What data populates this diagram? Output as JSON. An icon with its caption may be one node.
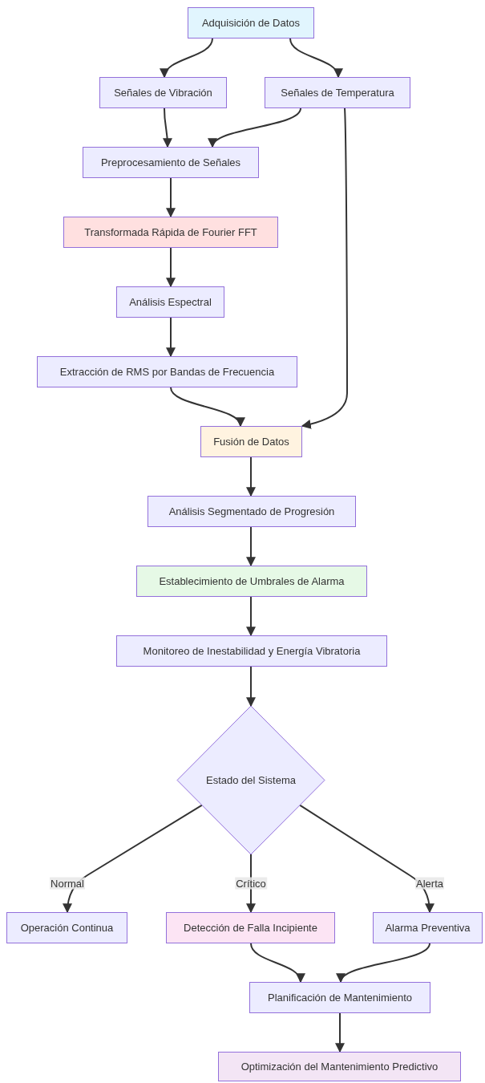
{
  "diagram": {
    "nodes": [
      {
        "text": [
          "Adquisición de Datos"
        ]
      },
      {
        "text": [
          "Señales de Vibración"
        ]
      },
      {
        "text": [
          "Señales de Temperatura"
        ]
      },
      {
        "text": [
          "Preprocesamiento de Señales"
        ]
      },
      {
        "text": [
          "Transformada Rápida de Fourier FFT"
        ]
      },
      {
        "text": [
          "Análisis Espectral"
        ]
      },
      {
        "text": [
          "Extracción de RMS por Bandas de Frecuencia"
        ]
      },
      {
        "text": [
          "Fusión de Datos"
        ]
      },
      {
        "text": [
          "Análisis Segmentado de Progresión"
        ]
      },
      {
        "text": [
          "Establecimiento de Umbrales de Alarma"
        ]
      },
      {
        "text": [
          "Monitoreo de Inestabilidad y Energía Vibratoria"
        ]
      },
      {
        "text": [
          "Estado del Sistema"
        ]
      },
      {
        "text": [
          "Operación Continua"
        ]
      },
      {
        "text": [
          "Detección de Falla Incipiente"
        ]
      },
      {
        "text": [
          "Alarma Preventiva"
        ]
      },
      {
        "text": [
          "Planificación de Mantenimiento"
        ]
      },
      {
        "text": [
          "Optimización del Mantenimiento Predictivo"
        ]
      }
    ],
    "edges": [
      {
        "from": 0,
        "to": 1,
        "arrow": "to"
      },
      {
        "from": 0,
        "to": 2,
        "arrow": "to"
      },
      {
        "from": 1,
        "to": 3,
        "arrow": "to"
      },
      {
        "from": 2,
        "to": 3,
        "arrow": "to"
      },
      {
        "from": 2,
        "to": 7,
        "arrow": "to"
      },
      {
        "from": 3,
        "to": 4,
        "arrow": "to"
      },
      {
        "from": 4,
        "to": 5,
        "arrow": "to"
      },
      {
        "from": 5,
        "to": 6,
        "arrow": "to"
      },
      {
        "from": 6,
        "to": 7,
        "arrow": "to"
      },
      {
        "from": 7,
        "to": 8,
        "arrow": "to"
      },
      {
        "from": 8,
        "to": 9,
        "arrow": "to"
      },
      {
        "from": 9,
        "to": 10,
        "arrow": "to"
      },
      {
        "from": 10,
        "to": 11,
        "arrow": "to"
      },
      {
        "from": 11,
        "to": 12,
        "arrow": "to",
        "label": "Normal"
      },
      {
        "from": 11,
        "to": 13,
        "arrow": "to",
        "label": "Crítico"
      },
      {
        "from": 11,
        "to": 14,
        "arrow": "to",
        "label": "Alerta"
      },
      {
        "from": 13,
        "to": 15,
        "arrow": "to"
      },
      {
        "from": 14,
        "to": 15,
        "arrow": "to"
      },
      {
        "from": 15,
        "to": 16,
        "arrow": "to"
      }
    ]
  }
}
